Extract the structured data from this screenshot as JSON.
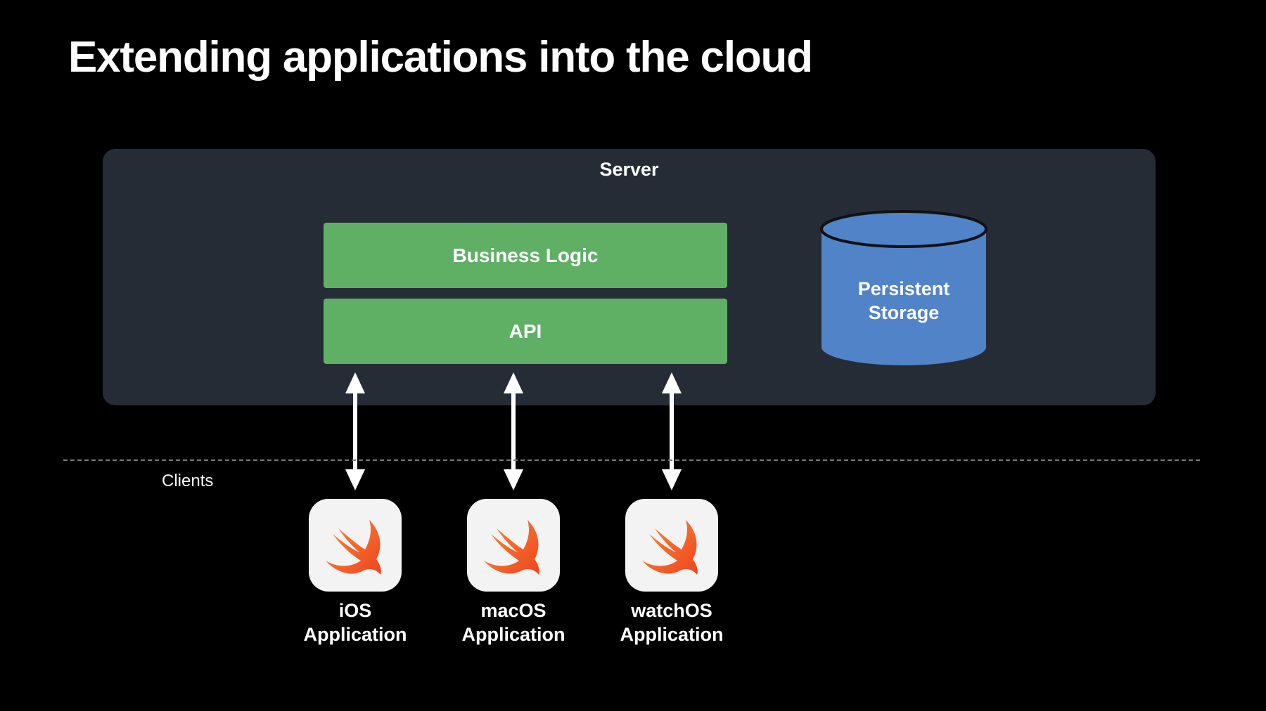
{
  "title": "Extending applications into the cloud",
  "server": {
    "label": "Server",
    "components": {
      "business_logic": "Business Logic",
      "api": "API"
    },
    "storage": {
      "line1": "Persistent",
      "line2": "Storage"
    }
  },
  "clients": {
    "label": "Clients",
    "apps": [
      {
        "line1": "iOS",
        "line2": "Application",
        "icon": "swift-icon"
      },
      {
        "line1": "macOS",
        "line2": "Application",
        "icon": "swift-icon"
      },
      {
        "line1": "watchOS",
        "line2": "Application",
        "icon": "swift-icon"
      }
    ]
  },
  "colors": {
    "background": "#000000",
    "server_panel": "#262c36",
    "component_green": "#5fb065",
    "storage_blue": "#5183c8",
    "swift_orange": "#f05138"
  }
}
